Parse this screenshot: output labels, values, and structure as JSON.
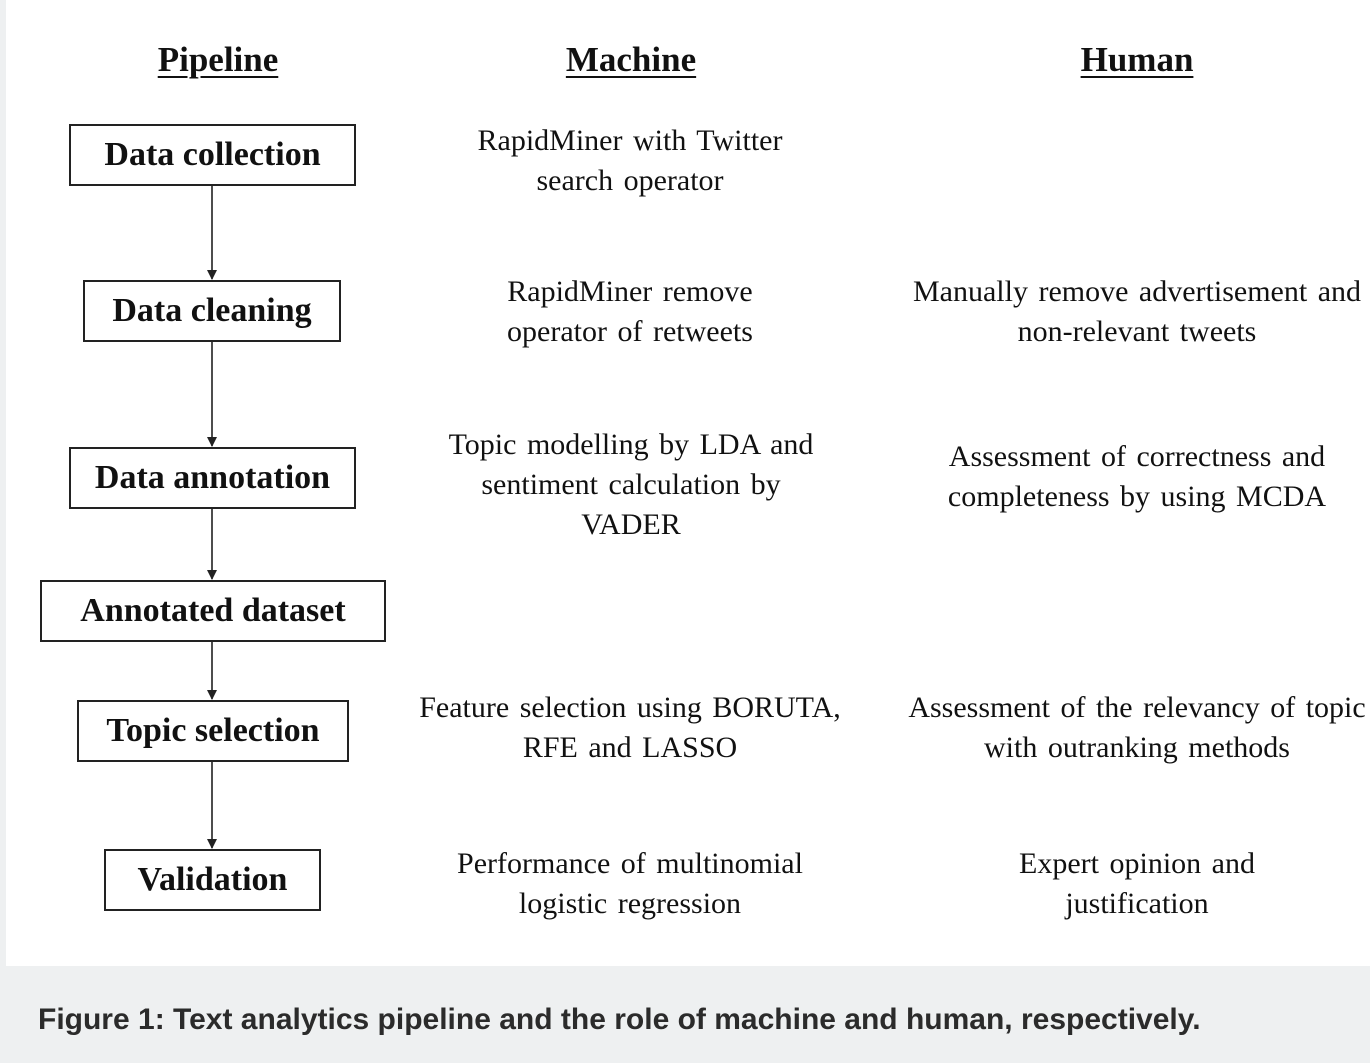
{
  "headers": {
    "pipeline": "Pipeline",
    "machine": "Machine",
    "human": "Human"
  },
  "steps": [
    {
      "label": "Data collection",
      "machine": [
        "RapidMiner with Twitter",
        "search operator"
      ],
      "human": []
    },
    {
      "label": "Data cleaning",
      "machine": [
        "RapidMiner remove",
        "operator of retweets"
      ],
      "human": [
        "Manually remove advertisement and",
        "non-relevant tweets"
      ]
    },
    {
      "label": "Data annotation",
      "machine": [
        "Topic modelling by LDA and",
        "sentiment calculation by",
        "VADER"
      ],
      "human": [
        "Assessment of correctness and",
        "completeness by using MCDA"
      ]
    },
    {
      "label": "Annotated dataset",
      "machine": [],
      "human": []
    },
    {
      "label": "Topic selection",
      "machine": [
        "Feature selection using BORUTA,",
        "RFE and LASSO"
      ],
      "human": [
        "Assessment of the relevancy of topic",
        "with outranking methods"
      ]
    },
    {
      "label": "Validation",
      "machine": [
        "Performance of multinomial",
        "logistic regression"
      ],
      "human": [
        "Expert opinion and",
        "justification"
      ]
    }
  ],
  "caption": "Figure 1: Text analytics pipeline and the role of machine and human, respectively."
}
